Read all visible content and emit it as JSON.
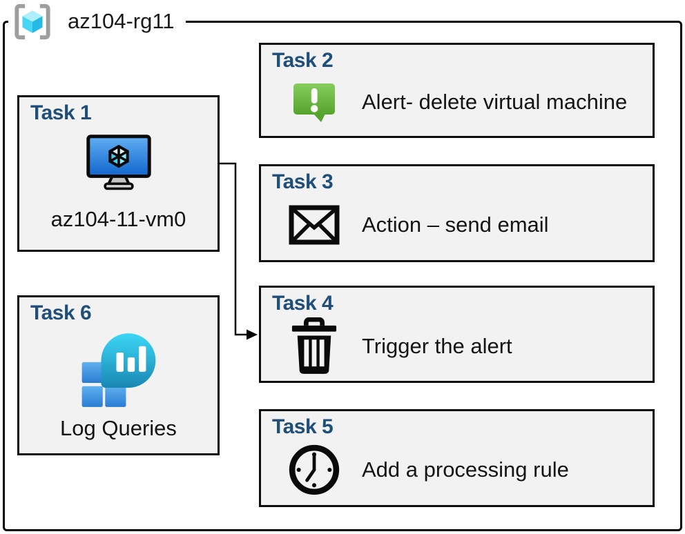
{
  "header": {
    "title": "az104-rg11",
    "icon": "resource-group-icon"
  },
  "colors": {
    "box_fill": "#f2f2f2",
    "box_border": "#0d0d0d",
    "title_blue": "#1f4e79",
    "vm_blue_top": "#61aff4",
    "vm_blue_bottom": "#1166cc",
    "alert_green_top": "#86ce5e",
    "alert_green_bottom": "#55a32c",
    "log_teal_top": "#3cd7f6",
    "log_teal_bottom": "#1987b4",
    "log_blue_top": "#5fb0ee",
    "log_blue_bottom": "#2b7cd3",
    "rg_cyan": "#36cdf1",
    "bracket_gray": "#9e9e9e"
  },
  "tasks": [
    {
      "id": "task1",
      "title": "Task 1",
      "label": "az104-11-vm0",
      "icon": "virtual-machine-icon"
    },
    {
      "id": "task2",
      "title": "Task 2",
      "label": "Alert- delete virtual machine",
      "icon": "alert-icon"
    },
    {
      "id": "task3",
      "title": "Task 3",
      "label": "Action – send email",
      "icon": "email-icon"
    },
    {
      "id": "task4",
      "title": "Task 4",
      "label": "Trigger the alert",
      "icon": "trash-icon"
    },
    {
      "id": "task5",
      "title": "Task 5",
      "label": "Add a processing rule",
      "icon": "clock-icon"
    },
    {
      "id": "task6",
      "title": "Task 6",
      "label": "Log Queries",
      "icon": "log-queries-icon"
    }
  ],
  "connector": {
    "from": "task1-virtual-machine",
    "to": "task4"
  }
}
